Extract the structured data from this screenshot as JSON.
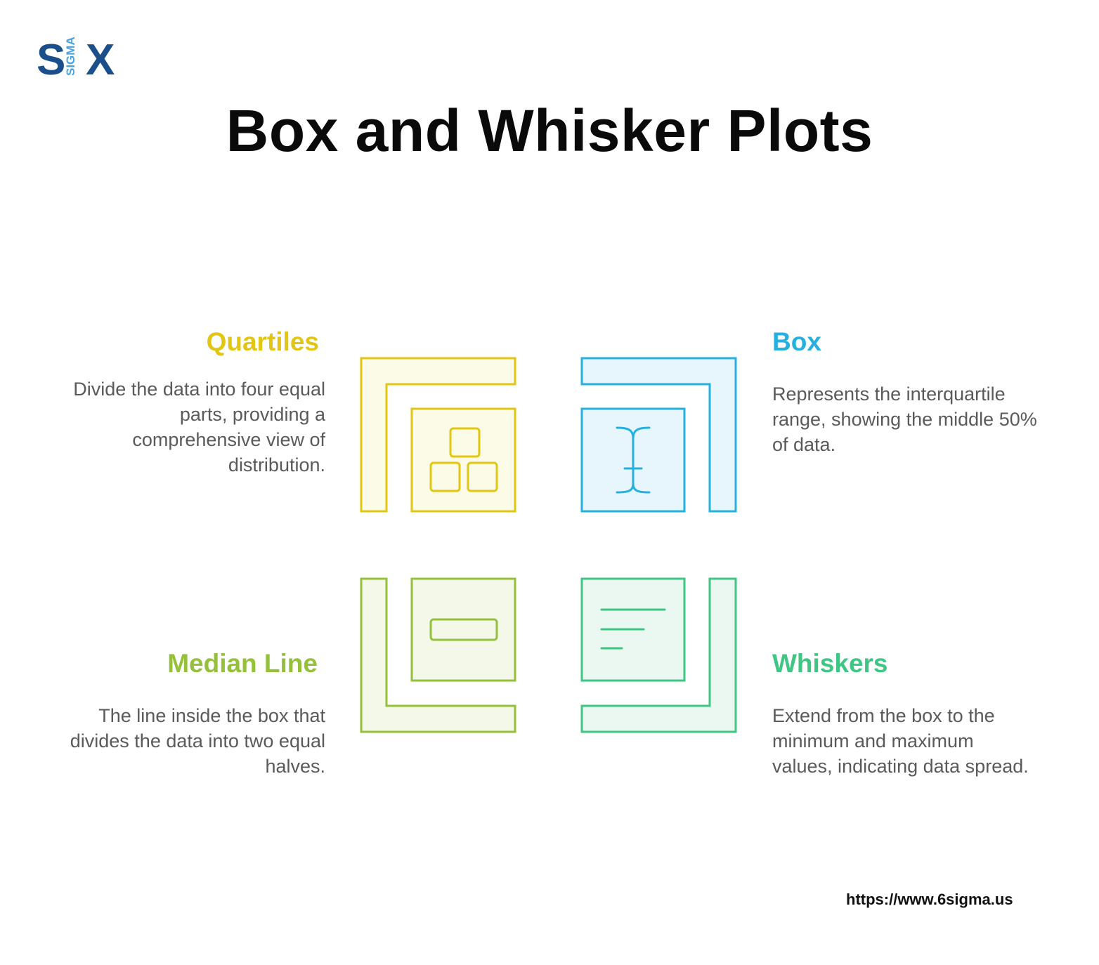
{
  "logo": {
    "letter_left": "S",
    "letter_right": "X",
    "vertical_text": "SIGMA",
    "colors": {
      "dark": "#1a4f8c",
      "light": "#4aa3df"
    }
  },
  "title": "Box and Whisker Plots",
  "sections": {
    "quartiles": {
      "heading": "Quartiles",
      "lines": [
        "Divide the data into four equal",
        "parts, providing a",
        "comprehensive view of",
        "distribution."
      ],
      "color": "#e2c613",
      "fill": "#fcfbe8",
      "icon": "blocks-icon"
    },
    "box": {
      "heading": "Box",
      "lines": [
        "Represents the interquartile",
        "range, showing the middle 50%",
        "of data."
      ],
      "color": "#25b0e0",
      "fill": "#e6f6fc",
      "icon": "text-cursor-icon"
    },
    "median": {
      "heading": "Median Line",
      "lines": [
        "The line inside the box that",
        "divides the data into two equal",
        "halves."
      ],
      "color": "#95c13a",
      "fill": "#f3f8e9",
      "icon": "minus-bar-icon"
    },
    "whiskers": {
      "heading": "Whiskers",
      "lines": [
        "Extend from the box to the",
        "minimum and maximum",
        "values, indicating data spread."
      ],
      "color": "#3fc584",
      "fill": "#eaf8f1",
      "icon": "align-left-icon"
    }
  },
  "footer": {
    "url": "https://www.6sigma.us"
  }
}
